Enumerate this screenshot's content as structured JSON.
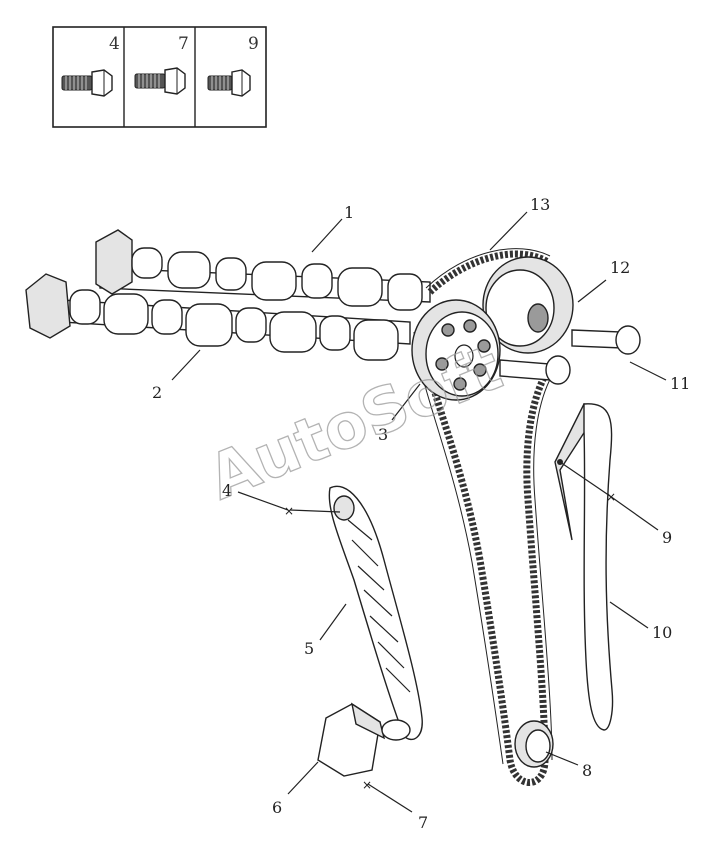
{
  "legend": {
    "bolts": [
      {
        "label": "4"
      },
      {
        "label": "7"
      },
      {
        "label": "9"
      }
    ]
  },
  "callouts": [
    {
      "label": "1"
    },
    {
      "label": "2"
    },
    {
      "label": "3"
    },
    {
      "label": "4"
    },
    {
      "label": "5"
    },
    {
      "label": "6"
    },
    {
      "label": "7"
    },
    {
      "label": "8"
    },
    {
      "label": "9"
    },
    {
      "label": "10"
    },
    {
      "label": "11"
    },
    {
      "label": "12"
    },
    {
      "label": "13"
    }
  ],
  "watermark": "AutoSoft"
}
